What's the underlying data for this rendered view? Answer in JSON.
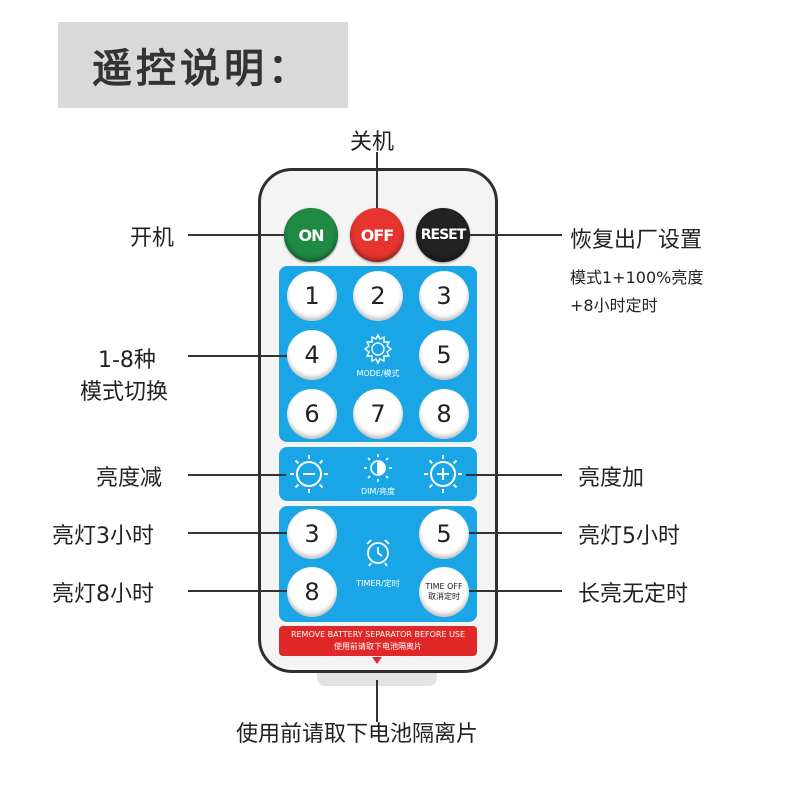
{
  "title": "遥控说明：",
  "remote": {
    "on": "ON",
    "off": "OFF",
    "reset": "RESET",
    "keys": [
      "1",
      "2",
      "3",
      "4",
      "5",
      "6",
      "7",
      "8"
    ],
    "mode_label": "MODE/模式",
    "dim_label": "DIM/亮度",
    "timer_keys": [
      "3",
      "5",
      "8"
    ],
    "timer_label": "TIMER/定时",
    "time_off_line1": "TIME OFF",
    "time_off_line2": "取消定时",
    "separator_line1": "REMOVE BATTERY SEPARATOR BEFORE USE",
    "separator_line2": "使用前请取下电池隔离片"
  },
  "labels": {
    "power_off": "关机",
    "power_on": "开机",
    "reset": "恢复出厂设置",
    "reset_note1": "模式1+100%亮度",
    "reset_note2": "+8小时定时",
    "modes1": "1-8种",
    "modes2": "模式切换",
    "dim_down": "亮度减",
    "dim_up": "亮度加",
    "timer3": "亮灯3小时",
    "timer5": "亮灯5小时",
    "timer8": "亮灯8小时",
    "no_timer": "长亮无定时",
    "separator": "使用前请取下电池隔离片"
  },
  "colors": {
    "on": "#1e8a44",
    "off": "#e8342f",
    "reset": "#222222",
    "panel": "#1aa6e6",
    "separator": "#e02828"
  }
}
